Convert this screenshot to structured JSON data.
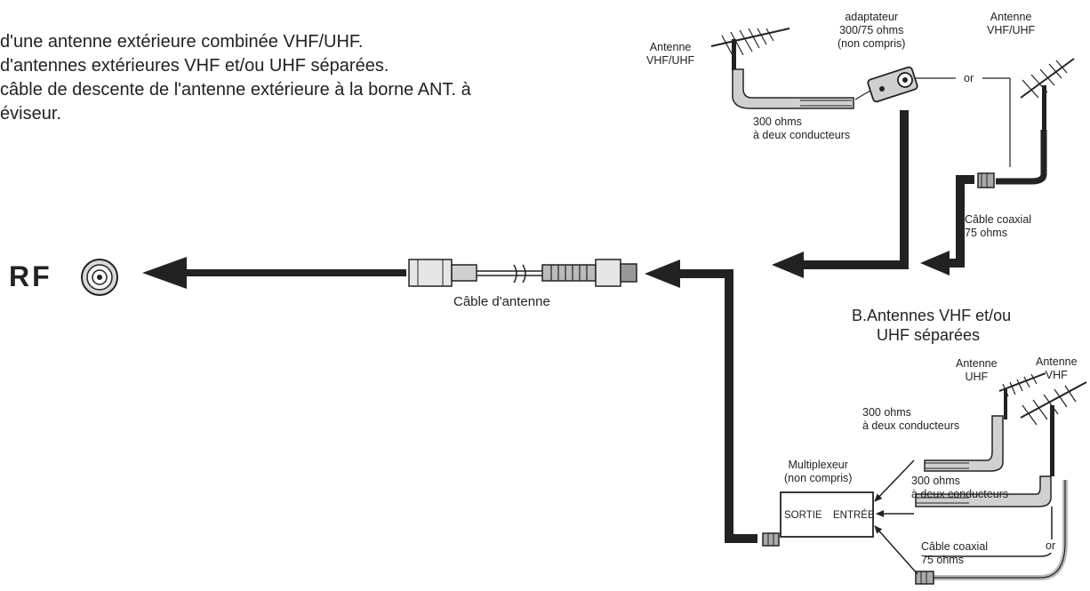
{
  "intro": {
    "line1": "d'une antenne extérieure combinée VHF/UHF.",
    "line2": "d'antennes extérieures VHF et/ou UHF séparées.",
    "line3": " câble de descente de l'antenne extérieure à la borne ANT. à",
    "line4": "éviseur."
  },
  "rf_label": "RF",
  "cable_label": "Câble d'antenne",
  "combined": {
    "antenna1": [
      "Antenne",
      "VHF/UHF"
    ],
    "adapter": [
      "adaptateur",
      "300/75 ohms",
      "(non compris)"
    ],
    "antenna2": [
      "Antenne",
      "VHF/UHF"
    ],
    "or": "or",
    "twin_lead": [
      "300 ohms",
      "à deux conducteurs"
    ],
    "coax": [
      "Câble coaxial",
      "75 ohms"
    ]
  },
  "separate": {
    "title": [
      "B.Antennes  VHF        et/ou",
      "UHF séparées"
    ],
    "uhf_antenna": [
      "Antenne",
      "UHF"
    ],
    "vhf_antenna": [
      "Antenne",
      "VHF"
    ],
    "twin_lead_uhf": [
      "300 ohms",
      "à deux conducteurs"
    ],
    "twin_lead_vhf": [
      "300 ohms",
      "à deux conducteurs"
    ],
    "coax": [
      "Câble coaxial",
      "75 ohms"
    ],
    "or": "or",
    "multiplexer": [
      "Multiplexeur",
      "(non compris)"
    ],
    "out": "SORTIE",
    "in": "ENTRÉE"
  }
}
